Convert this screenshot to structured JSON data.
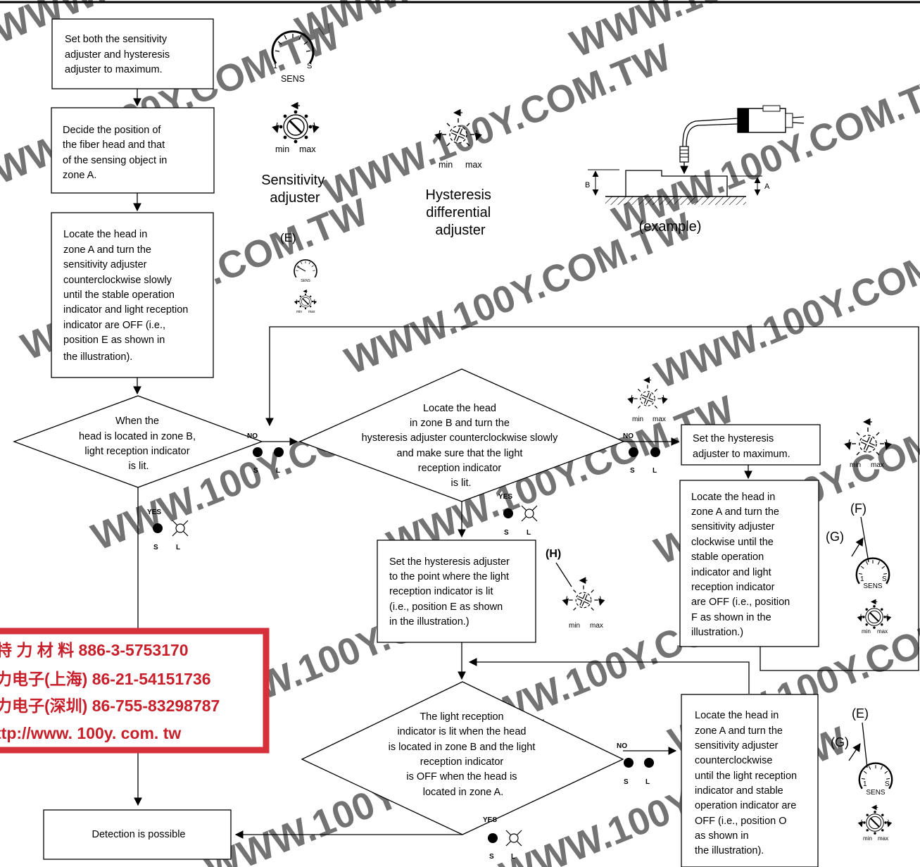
{
  "watermark": "WWW.100Y.COM.TW",
  "left_column": {
    "step1": [
      "Set both the sensitivity",
      "adjuster and hysteresis",
      "adjuster to maximum."
    ],
    "step2": [
      "Decide the position of",
      "the fiber head and that",
      "of the sensing object in",
      "zone A."
    ],
    "step3": [
      "Locate the head in",
      "zone A and turn the",
      "sensitivity adjuster",
      "counterclockwise slowly",
      "until the stable operation",
      "indicator and light reception",
      "indicator are OFF (i.e.,",
      "position E as shown in",
      "the illustration)."
    ],
    "decision1": [
      "When the",
      "head is located in zone B,",
      "light reception indicator",
      "is lit."
    ],
    "final": "Detection is possible"
  },
  "center_column": {
    "decision2": [
      "Locate the head",
      "in zone B and turn the",
      "hysteresis adjuster counterclockwise slowly",
      "and make sure that the light",
      "reception indicator",
      "is lit."
    ],
    "step_h": [
      "Set the hysteresis adjuster",
      "to the point where the light",
      "reception indicator is lit",
      "(i.e., position E as shown",
      "in the illustration.)"
    ],
    "decision3": [
      "The light reception",
      "indicator is lit when the head",
      "is located in zone B and the light",
      "reception indicator",
      "is OFF when the head is",
      "located in zone A."
    ]
  },
  "right_column": {
    "step_max": [
      "Set the  hysteresis",
      "adjuster to maximum."
    ],
    "step_f": [
      "Locate the head in",
      "zone A and turn the",
      "sensitivity adjuster",
      "clockwise until the",
      "stable operation",
      "indicator and light",
      "reception indicator",
      "are OFF (i.e., position",
      "F as shown in the",
      "illustration.)"
    ],
    "step_o": [
      "Locate the head in",
      "zone A and turn the",
      "sensitivity adjuster",
      "counterclockwise",
      "until the light reception",
      "indicator and stable",
      "operation indicator are",
      "OFF (i.e., position O",
      "as shown in",
      "the illustration)."
    ]
  },
  "branch_labels": {
    "yes": "YES",
    "no": "NO"
  },
  "indicator_labels": {
    "stable": "S",
    "light": "L"
  },
  "dial_labels": {
    "sens": "SENS",
    "one": "1",
    "s": "S",
    "min": "min",
    "max": "max"
  },
  "illustration": {
    "sensitivity_caption": [
      "Sensitivity",
      "adjuster"
    ],
    "hysteresis_caption": [
      "Hysteresis",
      "differential",
      "adjuster"
    ],
    "example_caption": "(example)",
    "zone_a": "A",
    "zone_b": "B"
  },
  "position_markers": {
    "e": "(E)",
    "f": "(F)",
    "g": "(G)",
    "h": "(H)"
  },
  "stamp": {
    "lines": [
      "特 力 材 料 886-3-5753170",
      "力电子(上海) 86-21-54151736",
      "力电子(深圳) 86-755-83298787",
      "ttp://www. 100y. com. tw"
    ],
    "color": "#c8202b"
  }
}
